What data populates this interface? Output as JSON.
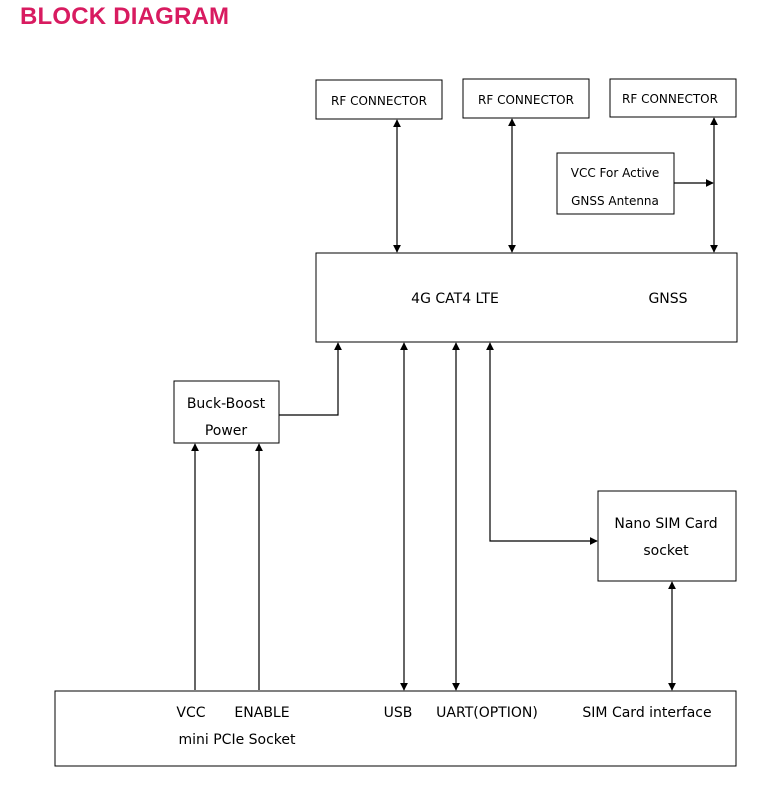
{
  "title": "BLOCK DIAGRAM",
  "colors": {
    "title": "#d81b60",
    "line": "#000000",
    "background": "#ffffff"
  },
  "blocks": {
    "rf_connector_1": "RF CONNECTOR",
    "rf_connector_2": "RF CONNECTOR",
    "rf_connector_3": "RF CONNECTOR",
    "vcc_antenna": {
      "line1": "VCC For Active",
      "line2": "GNSS Antenna"
    },
    "module": {
      "lte": "4G CAT4 LTE",
      "gnss": "GNSS"
    },
    "buck_boost": {
      "line1": "Buck-Boost",
      "line2": "Power"
    },
    "nano_sim": {
      "line1": "Nano SIM Card",
      "line2": "socket"
    },
    "mini_pcie": {
      "vcc": "VCC",
      "enable": "ENABLE",
      "usb": "USB",
      "uart": "UART(OPTION)",
      "sim_interface": "SIM Card interface",
      "name": "mini PCIe Socket"
    }
  }
}
